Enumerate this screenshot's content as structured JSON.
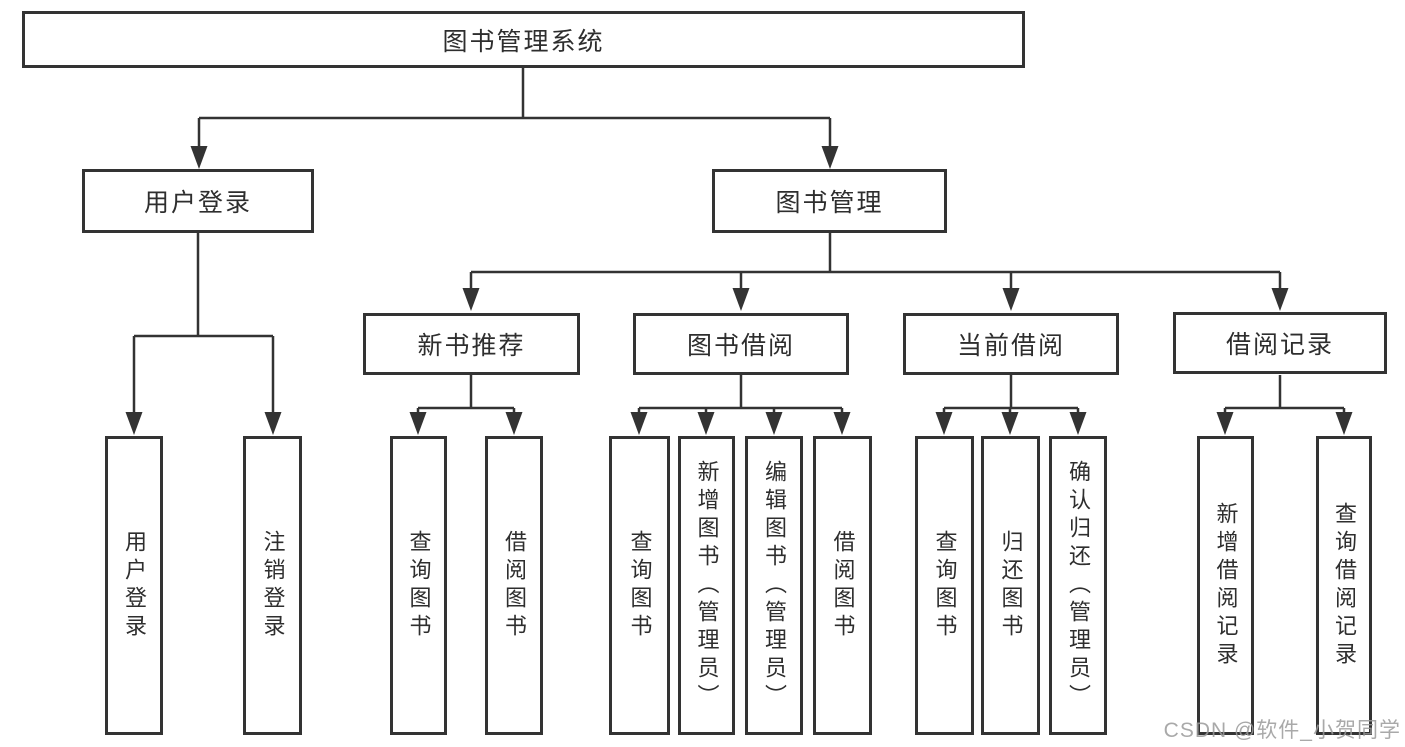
{
  "tree": {
    "root": "图书管理系统",
    "children": [
      {
        "label": "用户登录",
        "children": [
          "用户登录",
          "注销登录"
        ]
      },
      {
        "label": "图书管理",
        "children": [
          {
            "label": "新书推荐",
            "children": [
              "查询图书",
              "借阅图书"
            ]
          },
          {
            "label": "图书借阅",
            "children": [
              "查询图书",
              "新增图书（管理员）",
              "编辑图书（管理员）",
              "借阅图书"
            ]
          },
          {
            "label": "当前借阅",
            "children": [
              "查询图书",
              "归还图书",
              "确认归还（管理员）"
            ]
          },
          {
            "label": "借阅记录",
            "children": [
              "新增借阅记录",
              "查询借阅记录"
            ]
          }
        ]
      }
    ]
  },
  "watermark": "CSDN @软件_小贺同学",
  "colors": {
    "line": "#333333",
    "box_border": "#333333",
    "text": "#2e2e2e",
    "watermark": "#9b9b9b",
    "background": "#ffffff"
  }
}
